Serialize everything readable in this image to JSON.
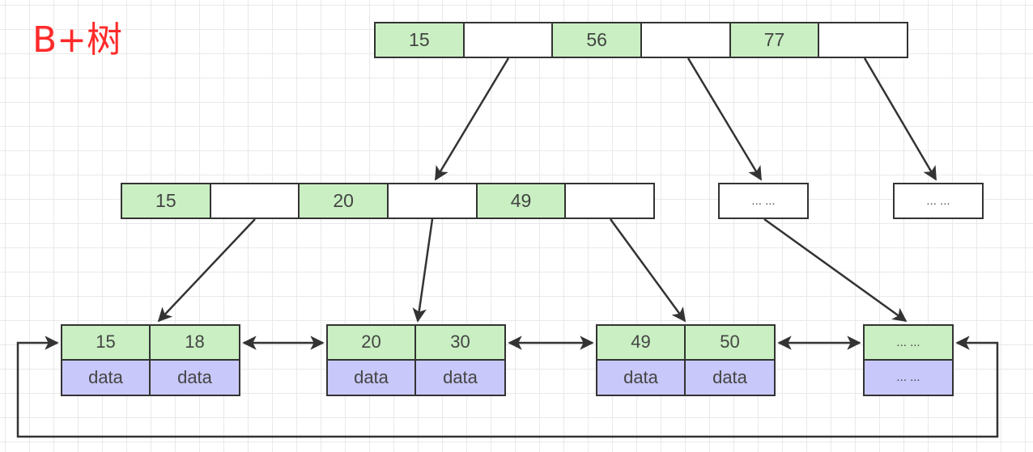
{
  "title": "B+树",
  "root": {
    "keys": [
      "15",
      "56",
      "77"
    ]
  },
  "internal": {
    "keys": [
      "15",
      "20",
      "49"
    ]
  },
  "placeholder_nodes": [
    "... ...",
    "... ..."
  ],
  "leaves": [
    {
      "keys": [
        "15",
        "18"
      ],
      "data": [
        "data",
        "data"
      ]
    },
    {
      "keys": [
        "20",
        "30"
      ],
      "data": [
        "data",
        "data"
      ]
    },
    {
      "keys": [
        "49",
        "50"
      ],
      "data": [
        "data",
        "data"
      ]
    },
    {
      "keys": [
        "... ..."
      ],
      "data": [
        "... ..."
      ]
    }
  ],
  "colors": {
    "key_fill": "#c9efc2",
    "data_fill": "#c8c8fa",
    "title": "#ff2a2a",
    "line": "#333333"
  }
}
